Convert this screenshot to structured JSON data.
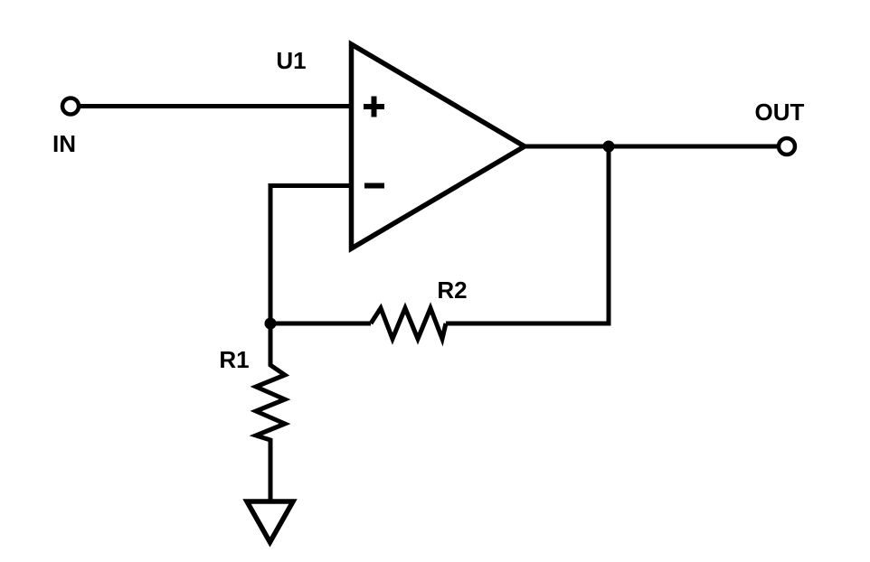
{
  "colors": {
    "background": "#ffffff",
    "line": "#000000",
    "text": "#000000"
  },
  "schematic": {
    "opamp": {
      "ref": "U1",
      "noninverting_input_symbol": "+",
      "inverting_input_symbol": "−"
    },
    "resistors": {
      "feedback": {
        "ref": "R2"
      },
      "to_ground": {
        "ref": "R1"
      }
    },
    "terminals": {
      "input": {
        "label": "IN"
      },
      "output": {
        "label": "OUT"
      }
    }
  }
}
